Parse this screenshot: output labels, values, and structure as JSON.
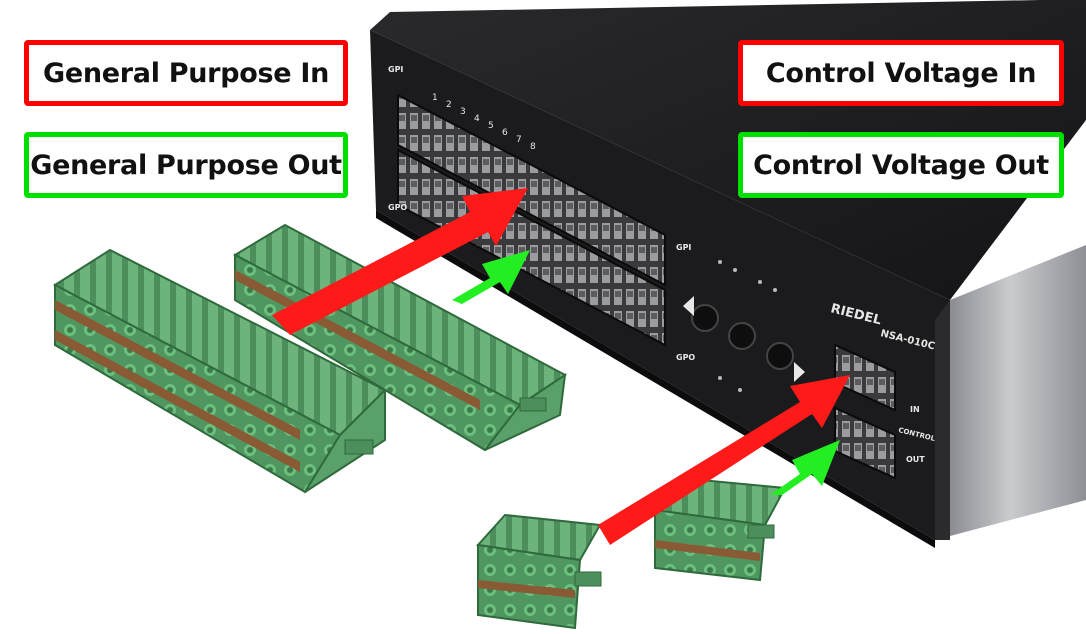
{
  "labels": {
    "gpi": "General Purpose In",
    "gpo": "General Purpose Out",
    "cvi": "Control Voltage In",
    "cvo": "Control Voltage Out"
  },
  "device": {
    "brand": "RIEDEL",
    "model": "NSA-010C",
    "port_gpi": "GPI",
    "port_gpo": "GPO",
    "port_in": "IN",
    "port_out": "OUT",
    "port_control": "CONTROL",
    "pin_numbers": [
      "1",
      "2",
      "3",
      "4",
      "5",
      "6",
      "7",
      "8"
    ]
  },
  "colors": {
    "input_arrow": "#ff1a1a",
    "output_arrow": "#22ee22",
    "connector": "#5fae6e",
    "connector_dark": "#3f7f4c",
    "chassis": "#1f1f22"
  }
}
